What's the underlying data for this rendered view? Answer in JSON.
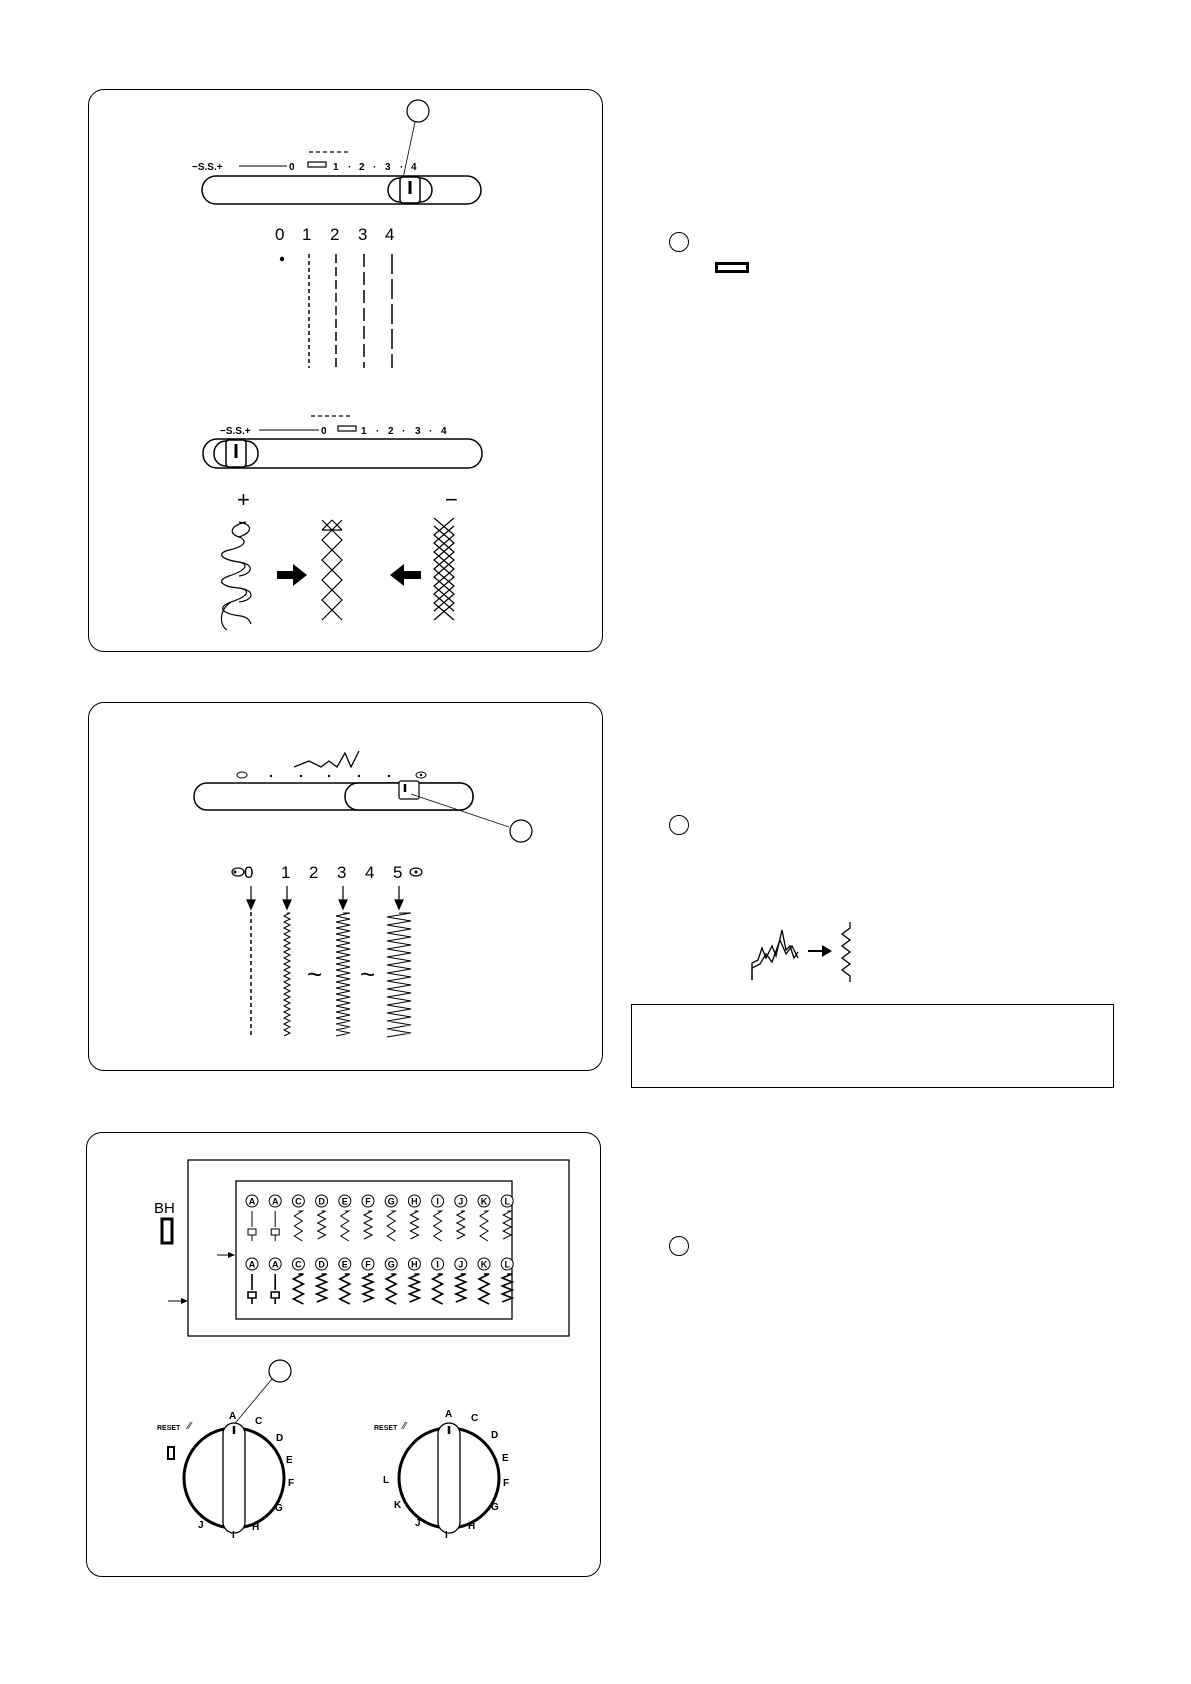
{
  "panel1": {
    "slider_top": {
      "ticks": [
        "−S.S.+",
        "0",
        "1",
        "2",
        "3",
        "4"
      ]
    },
    "length_labels": [
      "0",
      "1",
      "2",
      "3",
      "4"
    ],
    "slider_bottom": {
      "ticks": [
        "−S.S.+",
        "0",
        "1",
        "2",
        "3",
        "4"
      ]
    },
    "plus_label": "+",
    "minus_label": "−"
  },
  "panel2": {
    "width_labels": [
      "0",
      "1",
      "2",
      "3",
      "4",
      "5"
    ],
    "tilde": "~"
  },
  "panel3": {
    "bh_label": "BH",
    "chart_letters": [
      "A",
      "A",
      "C",
      "D",
      "E",
      "F",
      "G",
      "H",
      "I",
      "J",
      "K",
      "L"
    ],
    "dial_left": {
      "reset": "RESET",
      "letters": [
        "A",
        "C",
        "D",
        "E",
        "F",
        "G",
        "H",
        "I",
        "J"
      ]
    },
    "dial_right": {
      "reset": "RESET",
      "letters": [
        "A",
        "C",
        "D",
        "E",
        "F",
        "G",
        "H",
        "I",
        "J",
        "K",
        "L"
      ]
    }
  }
}
